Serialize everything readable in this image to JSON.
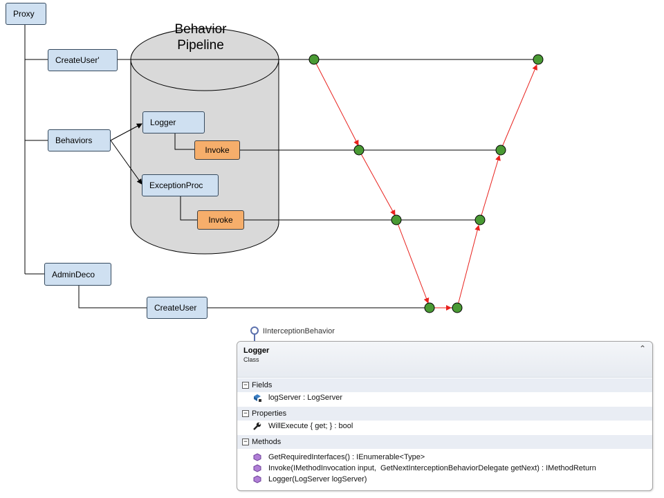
{
  "nodes": {
    "proxy": "Proxy",
    "create_user_prime": "CreateUser'",
    "behaviors": "Behaviors",
    "logger": "Logger",
    "invoke_1": "Invoke",
    "exception_proc": "ExceptionProc",
    "invoke_2": "Invoke",
    "admin_deco": "AdminDeco",
    "create_user": "CreateUser"
  },
  "pipeline": {
    "title_line1": "Behavior",
    "title_line2": "Pipeline"
  },
  "colors": {
    "box_fill": "#cfe0f1",
    "invoke_fill": "#f6ae6b",
    "node_fill": "#4a9a34",
    "call_arrow": "#e8201c",
    "cylinder_fill": "#d9d9d9"
  },
  "class_box": {
    "interface": "IInterceptionBehavior",
    "name": "Logger",
    "kind": "Class",
    "sections": [
      {
        "title": "Fields",
        "items": [
          {
            "icon": "field-icon",
            "text": "logServer : LogServer"
          }
        ]
      },
      {
        "title": "Properties",
        "items": [
          {
            "icon": "wrench-icon",
            "text": "WillExecute { get; } : bool"
          }
        ]
      },
      {
        "title": "Methods",
        "items": [
          {
            "icon": "method-icon",
            "text": "GetRequiredInterfaces() : IEnumerable<Type>"
          },
          {
            "icon": "method-icon",
            "text": "Invoke(IMethodInvocation input,  GetNextInterceptionBehaviorDelegate getNext) : IMethodReturn"
          },
          {
            "icon": "method-icon",
            "text": "Logger(LogServer logServer)"
          }
        ]
      }
    ]
  }
}
